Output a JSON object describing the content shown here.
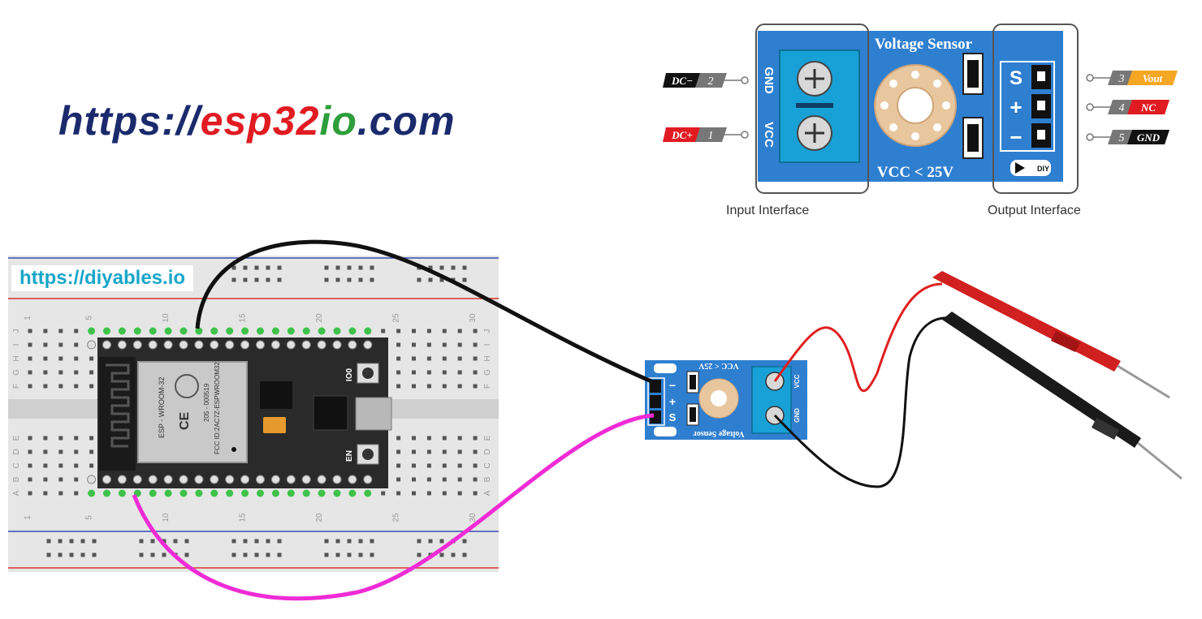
{
  "header": {
    "url_prefix": "https://",
    "url_esp32": "esp32",
    "url_io": "io",
    "url_suffix": ".com",
    "colors": {
      "prefix": "#1a2a6c",
      "esp32": "#e11b22",
      "io": "#2e9e3a",
      "suffix": "#1a2a6c"
    }
  },
  "pinout": {
    "module_title": "Voltage Sensor",
    "module_rating": "VCC < 25V",
    "input_label": "Input Interface",
    "output_label": "Output Interface",
    "terminal_labels": [
      "GND",
      "VCC"
    ],
    "output_pin_symbols": [
      "S",
      "+",
      "−"
    ],
    "left_pins": [
      {
        "num": "2",
        "name": "DC−"
      },
      {
        "num": "1",
        "name": "DC+"
      }
    ],
    "right_pins": [
      {
        "num": "3",
        "name": "Vout"
      },
      {
        "num": "4",
        "name": "NC"
      },
      {
        "num": "5",
        "name": "GND"
      }
    ],
    "logo_text": "DIY"
  },
  "breadboard": {
    "watermark": "https://diyables.io",
    "column_numbers": [
      "1",
      "5",
      "10",
      "15",
      "20",
      "25",
      "30"
    ],
    "row_letters_top": [
      "J",
      "I",
      "H",
      "G",
      "F"
    ],
    "row_letters_bottom": [
      "E",
      "D",
      "C",
      "B",
      "A"
    ]
  },
  "esp32": {
    "module_text": "ESP - WROOM-32",
    "fcc_text": "FCC ID:2AC7Z-ESPWROOM32",
    "ce_text": "CE",
    "code_text": "205 - 000519",
    "button_labels": [
      "IO0",
      "EN"
    ]
  },
  "small_sensor": {
    "title": "Voltage Sensor",
    "rating": "VCC < 25V",
    "terminal_labels": [
      "VCC",
      "GND"
    ],
    "pin_symbols": [
      "−",
      "+",
      "S"
    ]
  }
}
